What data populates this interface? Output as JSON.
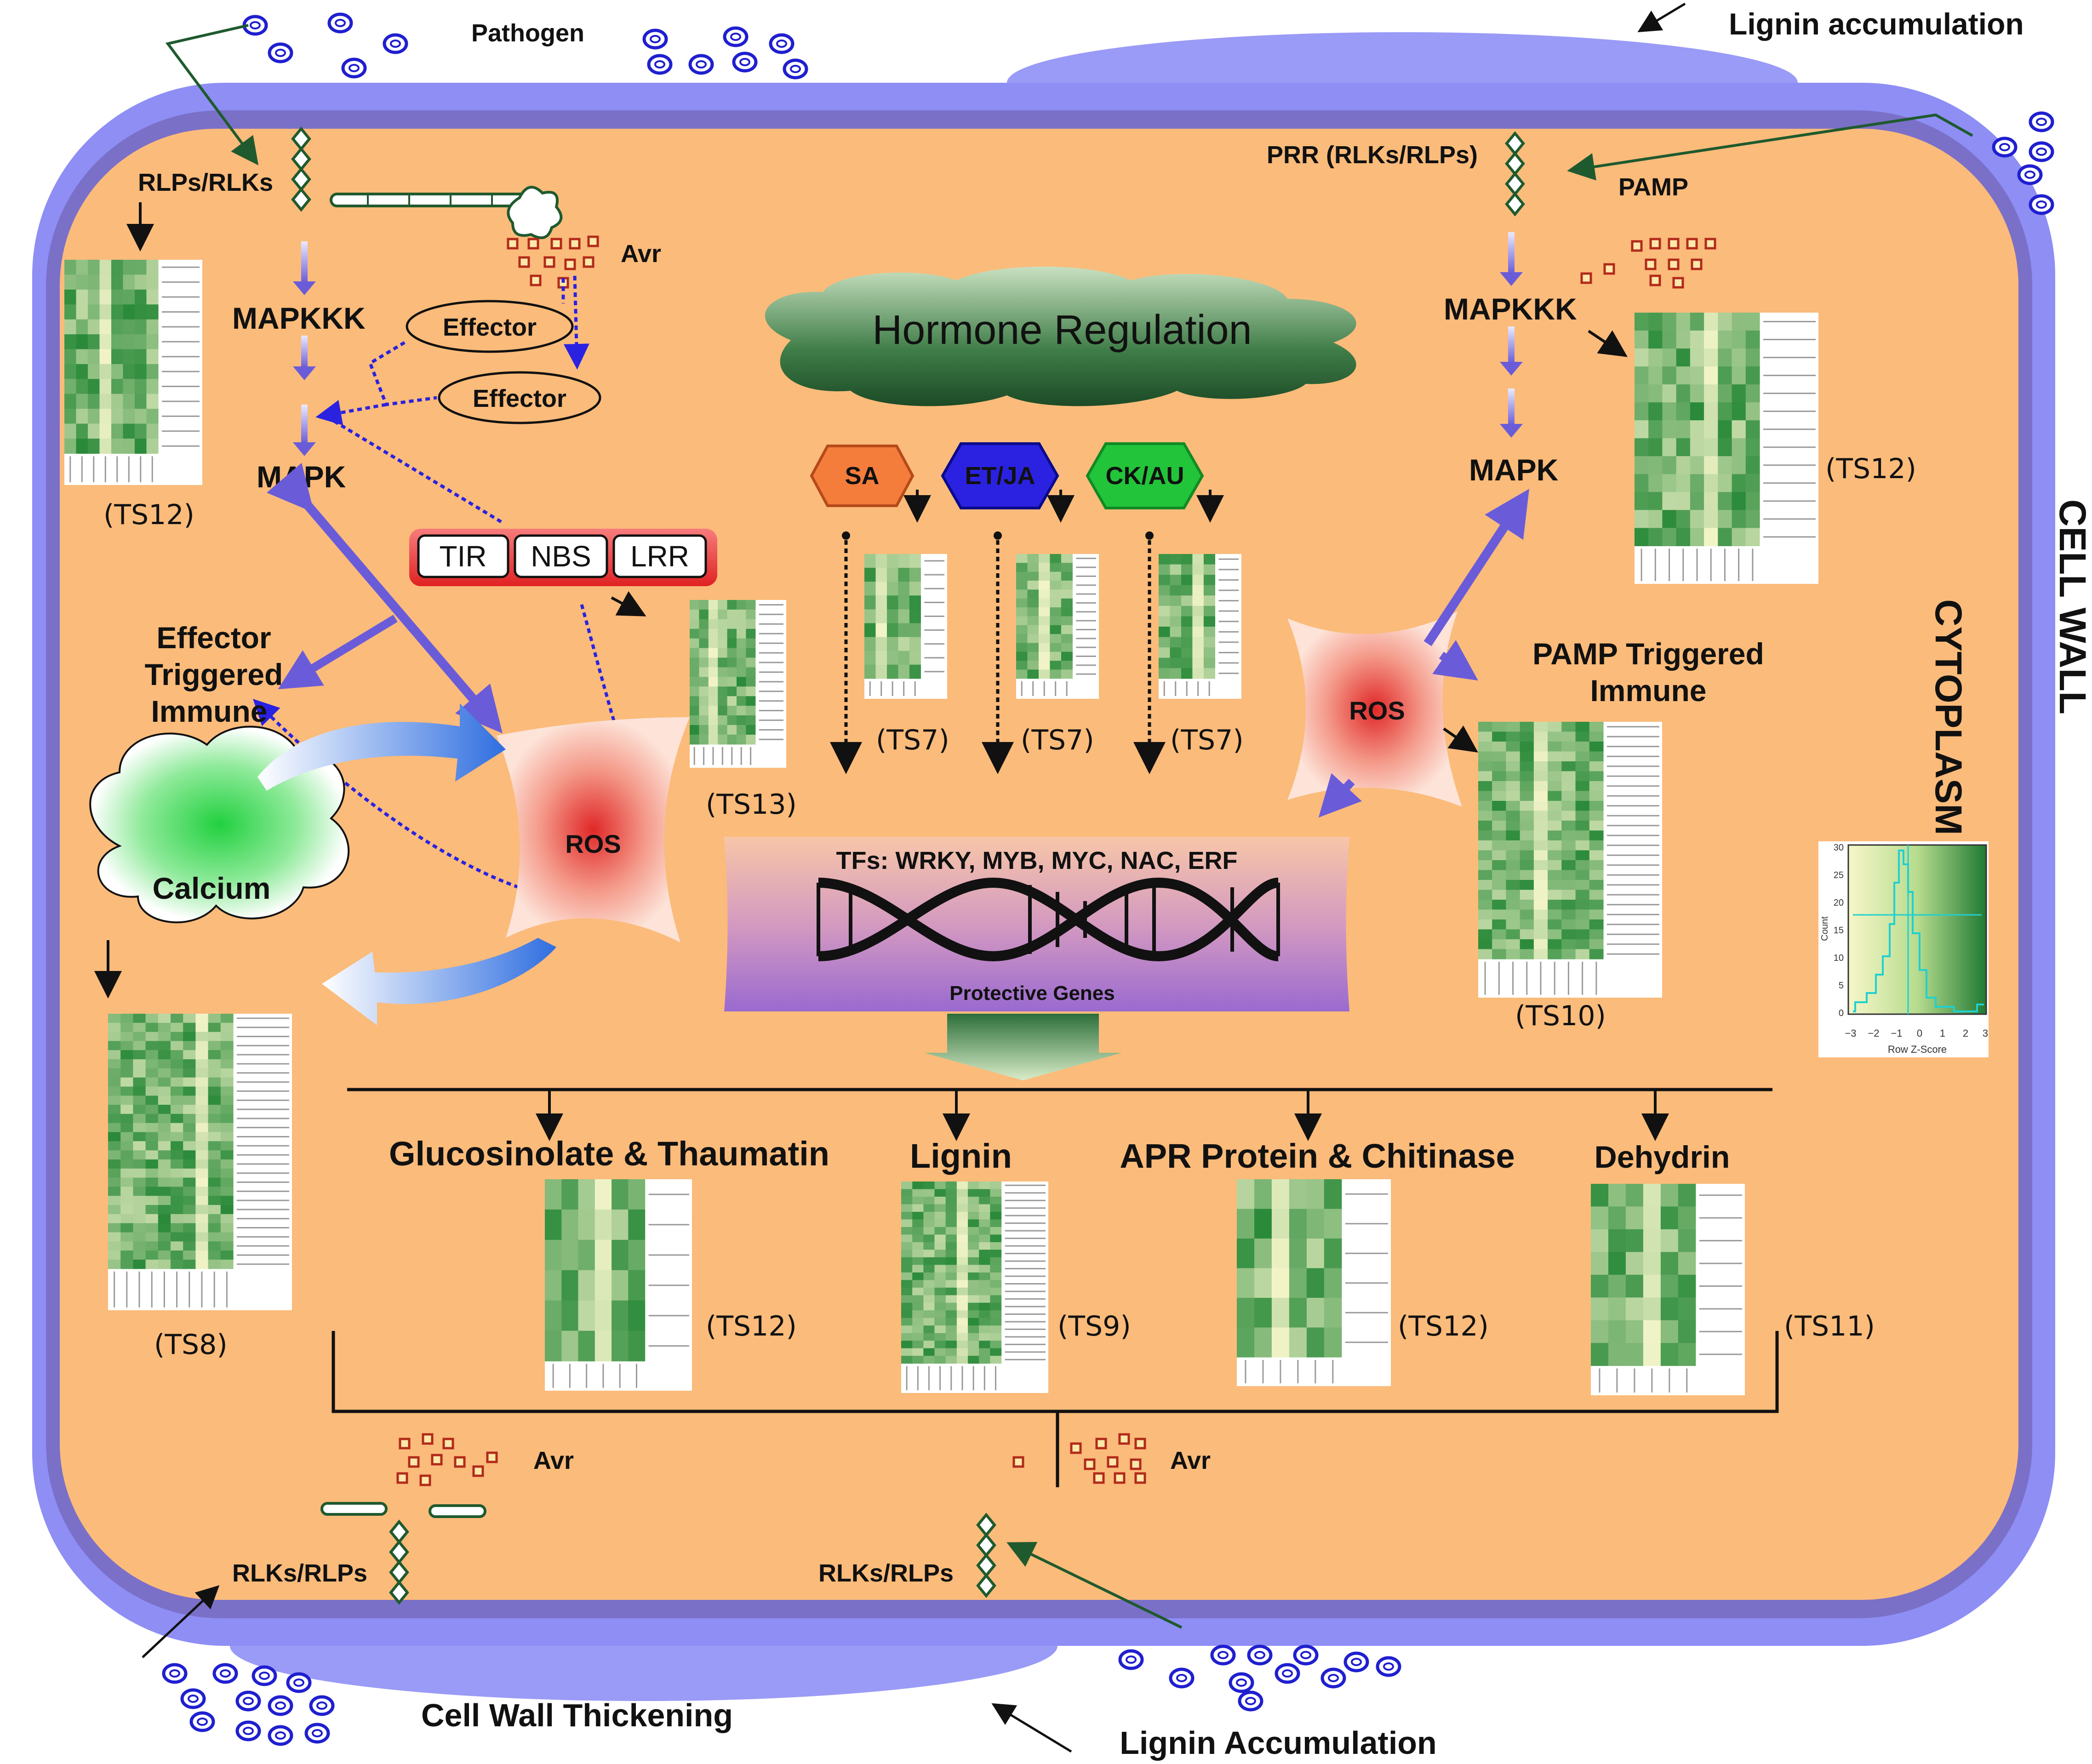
{
  "top": {
    "pathogen": "Pathogen",
    "lignin_accumulation": "Lignin accumulation"
  },
  "side": {
    "cell_wall": "CELL WALL",
    "cytoplasm": "CYTOPLASM"
  },
  "left_pathway": {
    "receptor": "RLPs/RLKs",
    "mapkkk": "MAPKKK",
    "mapk": "MAPK",
    "avr": "Avr",
    "effector_1": "Effector",
    "effector_2": "Effector",
    "ti_immune": [
      "Effector",
      "Triggered",
      "Immune"
    ],
    "ros": "ROS",
    "calcium": "Calcium",
    "heatmap_label": "(TS12)",
    "calcium_heatmap_label": "(TS8)"
  },
  "r_protein": {
    "domains": [
      "TIR",
      "NBS",
      "LRR"
    ],
    "heatmap_label": "(TS13)"
  },
  "hormone": {
    "title": "Hormone Regulation",
    "hormones": [
      {
        "label": "SA",
        "color": "#f47d3c",
        "heatmap_label": "(TS7)"
      },
      {
        "label": "ET/JA",
        "color": "#2a22e0",
        "heatmap_label": "(TS7)"
      },
      {
        "label": "CK/AU",
        "color": "#22c43a",
        "heatmap_label": "(TS7)"
      }
    ]
  },
  "right_pathway": {
    "receptor": "PRR (RLKs/RLPs)",
    "pamp": "PAMP",
    "mapkkk": "MAPKKK",
    "mapk": "MAPK",
    "ros": "ROS",
    "pti": [
      "PAMP Triggered",
      "Immune"
    ],
    "heatmap_label_top": "(TS12)",
    "heatmap_label_mid": "(TS10)"
  },
  "tf": {
    "title": "TFs: WRKY, MYB, MYC, NAC, ERF",
    "subtitle": "Protective Genes"
  },
  "outputs": [
    {
      "label": "Glucosinolate & Thaumatin",
      "heatmap_label": "(TS12)"
    },
    {
      "label": "Lignin",
      "heatmap_label": "(TS9)"
    },
    {
      "label": "APR Protein & Chitinase",
      "heatmap_label": "(TS12)"
    },
    {
      "label": "Dehydrin",
      "heatmap_label": "(TS11)"
    }
  ],
  "bottom": {
    "avr_left": "Avr",
    "avr_right": "Avr",
    "receptor_left": "RLKs/RLPs",
    "receptor_right": "RLKs/RLPs",
    "cell_wall_thickening": "Cell Wall Thickening",
    "lignin_accumulation": "Lignin Accumulation"
  },
  "color_key": {
    "ylabel": "Count",
    "xlabel": "Row Z-Score",
    "x_ticks": [
      "−3",
      "−2",
      "−1",
      "0",
      "1",
      "2",
      "3"
    ],
    "y_ticks": [
      "0",
      "5",
      "10",
      "15",
      "20",
      "25",
      "30"
    ]
  },
  "colors": {
    "cell_wall": "#8e8ef5",
    "cytoplasm": "#fbbb7a",
    "membrane": "#7a70c8",
    "ros": "#e63a3a",
    "calcium": "#27d34a",
    "arrow_blue": "#6a5cd8",
    "dotted_blue": "#2a22e0",
    "heatmap_dark": "#2a8a3a",
    "heatmap_light": "#f2f4c8"
  }
}
